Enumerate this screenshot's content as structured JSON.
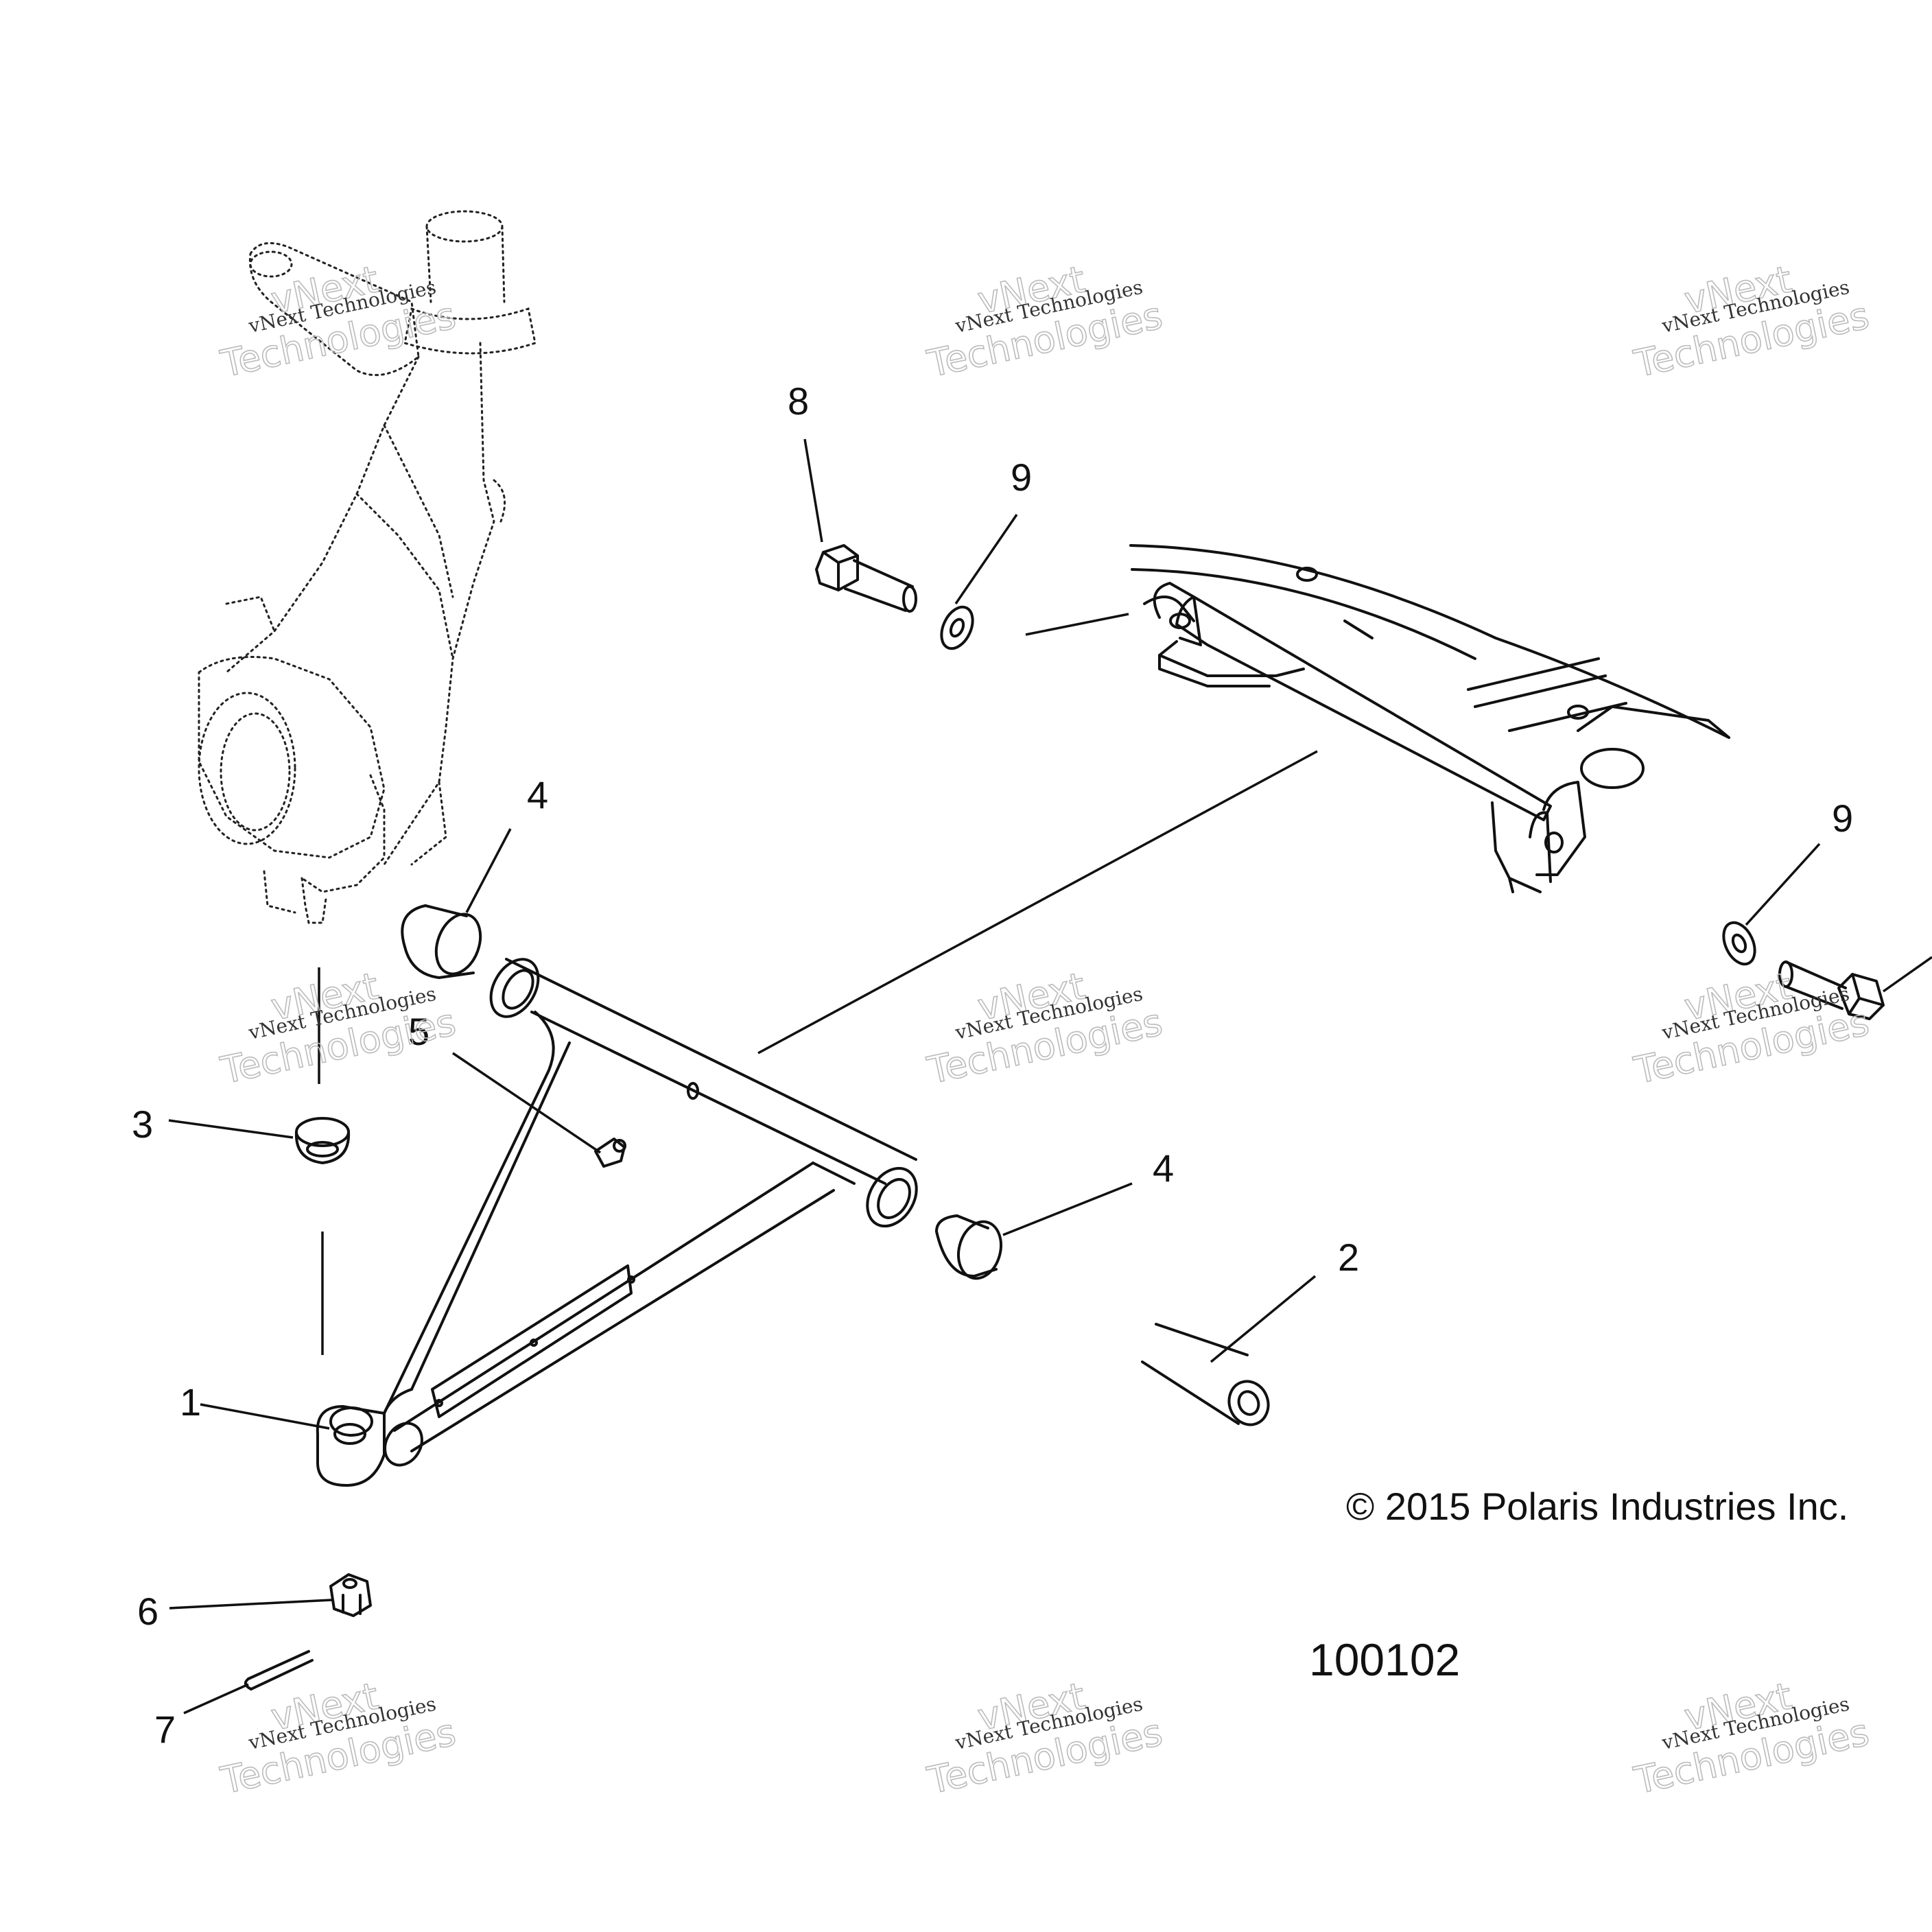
{
  "callouts": {
    "c1": "1",
    "c2": "2",
    "c3": "3",
    "c4a": "4",
    "c4b": "4",
    "c5": "5",
    "c6": "6",
    "c7": "7",
    "c8": "8",
    "c9a": "9",
    "c9b": "9"
  },
  "watermark": {
    "line1": "vNext Technologies",
    "line2": "vNext",
    "line3": "Technologies"
  },
  "copyright": "© 2015 Polaris Industries Inc.",
  "diagram_ref": "100102"
}
